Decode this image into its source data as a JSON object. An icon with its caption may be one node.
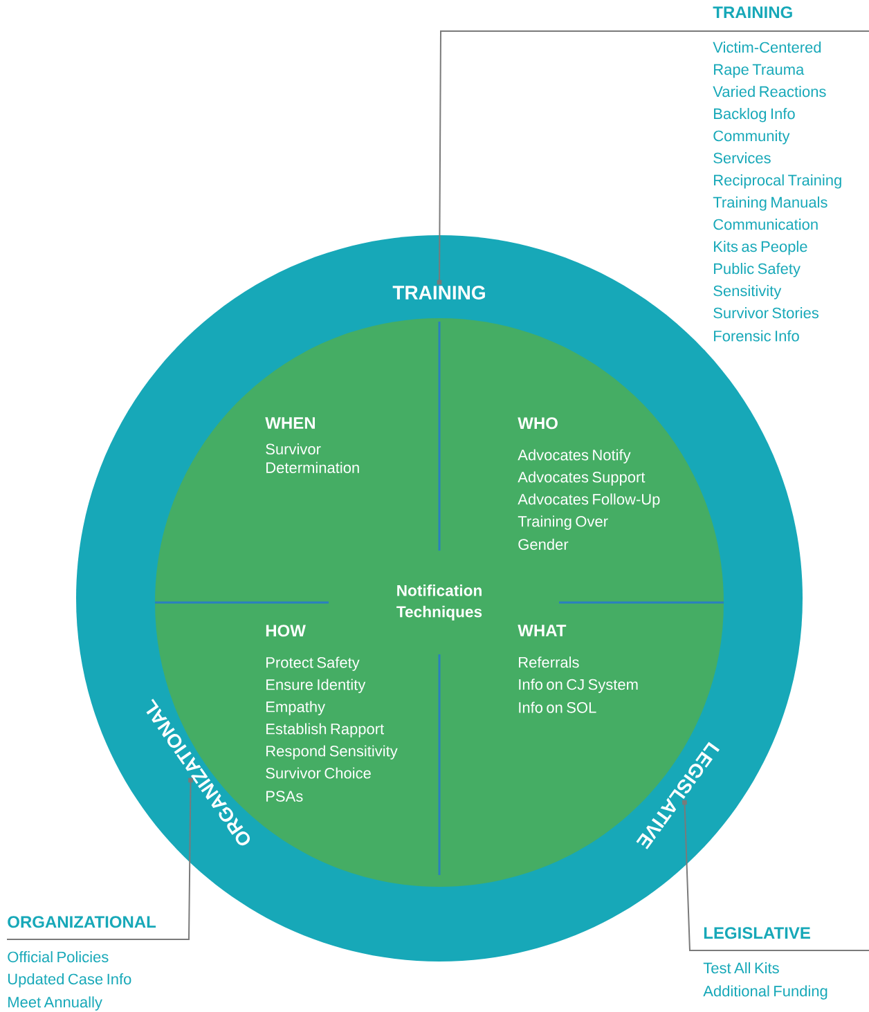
{
  "diagram": {
    "nodes": [
      {
        "text": [],
        "shape": "circle"
      },
      {
        "text": [
          "TRAINING"
        ],
        "in": 0
      },
      {
        "text": [
          "Notification Techniques"
        ],
        "in": 0
      },
      {
        "text": [
          "WHEN",
          "Survivor Determination"
        ],
        "in": 2
      },
      {
        "text": [
          "WHO",
          "Advocates Notify",
          "Advocates Support",
          "Advocates Follow-Up",
          "Training Over",
          "Gender"
        ],
        "in": 2
      },
      {
        "text": [
          "HOW",
          "Protect Safety",
          "Ensure Identity",
          "Empathy",
          "Establish Rapport",
          "Respond Sensitivity",
          "Survivor Choice",
          "PSAs"
        ],
        "in": 2
      },
      {
        "text": [
          "WHAT",
          "Referrals",
          "Info on CJ System",
          "Info on SOL"
        ],
        "in": 2
      },
      {
        "text": [
          "ORGANIZATIONAL"
        ],
        "in": 0
      },
      {
        "text": [
          "LEGISLATIVE"
        ],
        "in": 0
      },
      {
        "text": [
          "TRAINING",
          "Victim-Centered",
          "Rape Trauma",
          "Varied Reactions",
          "Backlog Info",
          "Community",
          "Services",
          "Reciprocal Training",
          "Training Manuals",
          "Communication",
          "Kits as People",
          "Public Safety",
          "Sensitivity",
          "Survivor Stories",
          "Forensic Info"
        ]
      },
      {
        "text": [
          "ORGANIZATIONAL",
          "Official Policies",
          "Updated Case Info",
          "Meet Annually"
        ]
      },
      {
        "text": [
          "LEGISLATIVE",
          "Test All Kits",
          "Additional Funding"
        ]
      }
    ],
    "edges": [
      {
        "from": 1,
        "to": 9,
        "arrow": "other"
      },
      {
        "from": 7,
        "to": 10,
        "arrow": "other"
      },
      {
        "from": 8,
        "to": 11,
        "arrow": "other"
      }
    ]
  }
}
